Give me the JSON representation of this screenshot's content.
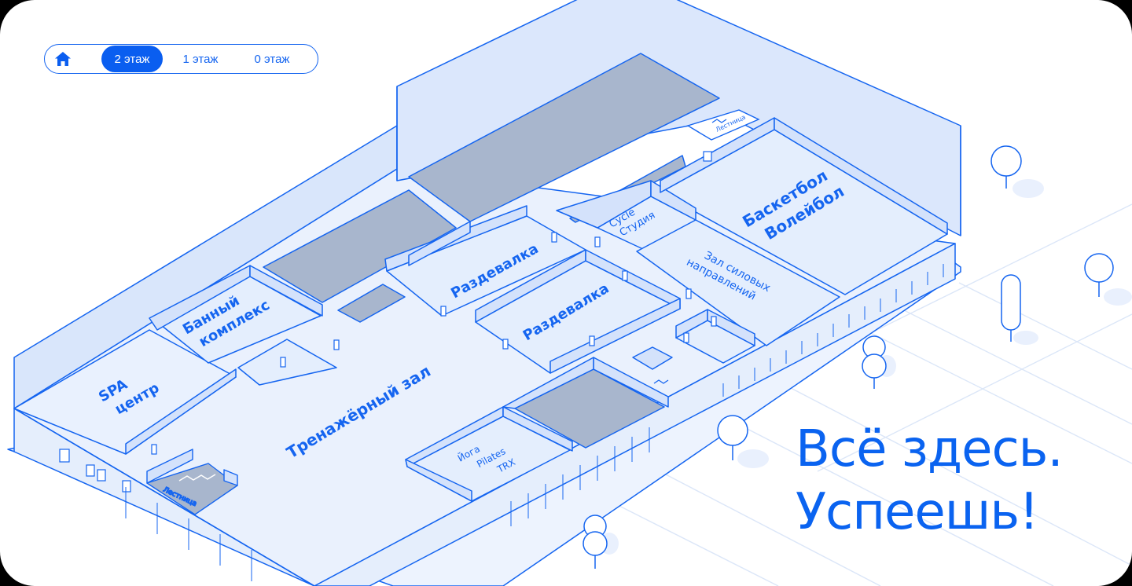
{
  "nav": {
    "home_icon": "home-icon",
    "floors": [
      {
        "label": "2 этаж",
        "active": true
      },
      {
        "label": "1 этаж",
        "active": false
      },
      {
        "label": "0 этаж",
        "active": false
      }
    ]
  },
  "headline": {
    "line1": "Всё здесь.",
    "line2": "Успеешь!"
  },
  "rooms": {
    "spa": [
      "SPA",
      "центр"
    ],
    "bath": [
      "Банный",
      "комплекс"
    ],
    "gym": "Тренажёрный зал",
    "locker1": "Раздевалка",
    "locker2": "Раздевалка",
    "yoga": [
      "Йога",
      "Pilates",
      "TRX"
    ],
    "cycle": [
      "Cycle",
      "Студия"
    ],
    "power": [
      "Зал силовых",
      "направлений"
    ],
    "basket": [
      "Баскетбол",
      "Волейбол"
    ],
    "stairs_main": "Лестница",
    "stairs_top": "Лестница"
  },
  "colors": {
    "accent": "#0a5ef0",
    "line": "#1565f0",
    "floor": "#e8f0fd",
    "wall": "#d6e4fb",
    "void": "#a6b4cc"
  }
}
